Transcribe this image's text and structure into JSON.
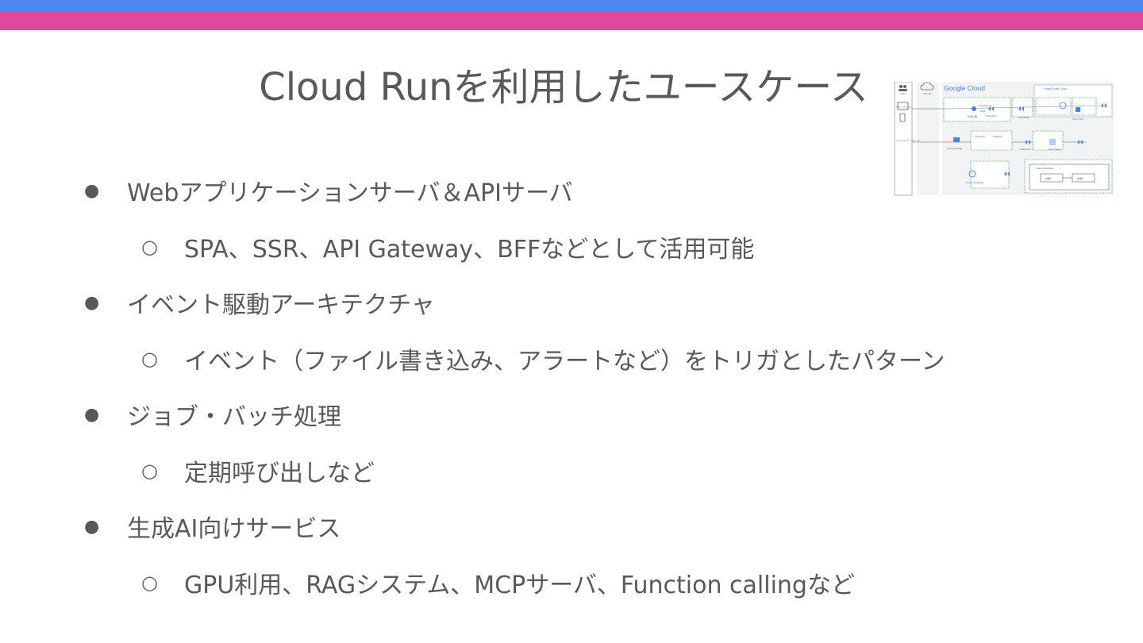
{
  "slide": {
    "title": "Cloud Runを利用したユースケース",
    "colors": {
      "accent_blue": "#4f86f0",
      "accent_pink": "#e0489b",
      "text": "#595959"
    },
    "bullet_glyph": "●",
    "sub_bullet_glyph": "○",
    "items": [
      {
        "text": "Webアプリケーションサーバ＆APIサーバ",
        "sub": "SPA、SSR、API Gateway、BFFなどとして活用可能"
      },
      {
        "text": "イベント駆動アーキテクチャ",
        "sub": "イベント（ファイル書き込み、アラートなど）をトリガとしたパターン"
      },
      {
        "text": "ジョブ・バッチ処理",
        "sub": "定期呼び出しなど"
      },
      {
        "text": "生成AI向けサービス",
        "sub": "GPU利用、RAGシステム、MCPサーバ、Function callingなど"
      }
    ],
    "diagram": {
      "brand": "Google Cloud",
      "labels": [
        "Client",
        "Internet",
        "Virtual Private Cloud",
        "API リクエスト",
        "ファイルアップロード",
        "Cloud Armor",
        "WAF",
        "負荷分散",
        "Cloud Run",
        "Cloud SQL",
        "Cloud Storage",
        "Eventarc",
        "Pub/Sub",
        "Cloud Tasks",
        "Cloud Scheduler",
        "Cloud Workflows",
        "処理1",
        "処理2"
      ]
    }
  }
}
